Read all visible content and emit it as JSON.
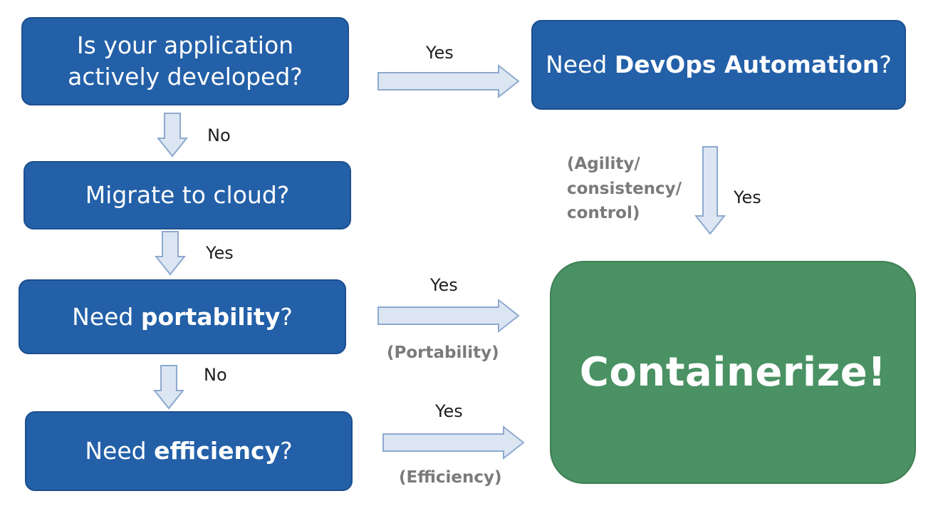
{
  "boxes": {
    "actively_developed": {
      "line1": "Is your application",
      "line2": "actively developed?"
    },
    "devops": {
      "pre": "Need ",
      "bold": "DevOps Automation",
      "post": "?"
    },
    "migrate": {
      "text": "Migrate to cloud?"
    },
    "portability": {
      "pre": "Need ",
      "bold": "portability",
      "post": "?"
    },
    "efficiency": {
      "pre": "Need ",
      "bold": "efficiency",
      "post": "?"
    },
    "containerize": {
      "text": "Containerize!"
    }
  },
  "labels": {
    "yes_top": "Yes",
    "no_first": "No",
    "yes_devops": "Yes",
    "yes_migrate": "Yes",
    "yes_portability": "Yes",
    "no_second": "No",
    "yes_efficiency": "Yes"
  },
  "notes": {
    "devops_reason": [
      "(Agility/",
      "consistency/",
      "control)"
    ],
    "portability_reason": "(Portability)",
    "efficiency_reason": "(Efficiency)"
  },
  "colors": {
    "question_box": "#2360a8",
    "result_box": "#4a9163",
    "arrow_fill": "#dce6f2",
    "arrow_stroke": "#8da9cf"
  }
}
